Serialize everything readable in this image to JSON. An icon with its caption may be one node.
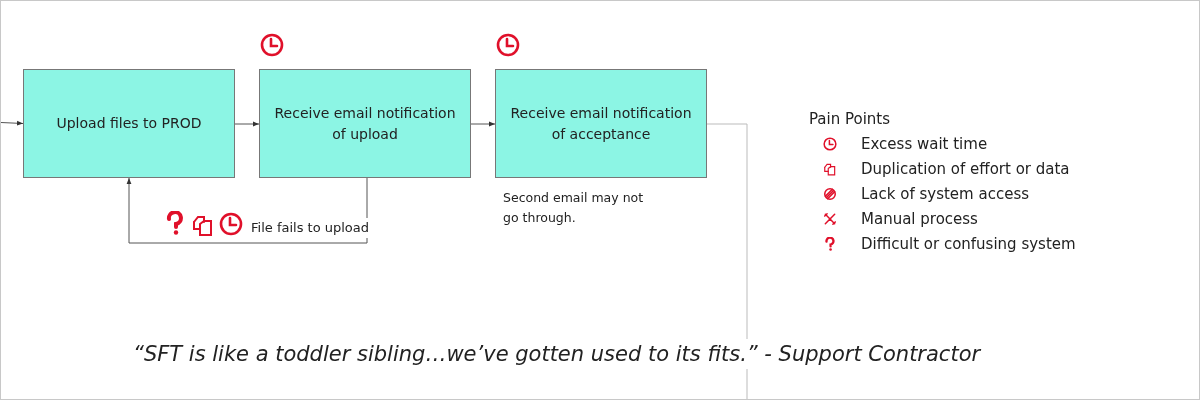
{
  "diagram": {
    "caption": "“SFT is like a toddler sibling…we’ve gotten used to its fits.” - Support Contractor",
    "nodes": [
      {
        "text": [
          "Upload files to PROD"
        ]
      },
      {
        "text": [
          "Receive email notification of upload"
        ]
      },
      {
        "text": [
          "Receive email notification of acceptance"
        ],
        "beside": [
          "Second email may not go through."
        ]
      }
    ],
    "edges": [
      {
        "from": null,
        "to": 0,
        "arrow": "to"
      },
      {
        "from": 0,
        "to": 1,
        "arrow": "to"
      },
      {
        "from": 1,
        "to": 2,
        "arrow": "to"
      },
      {
        "from": 2,
        "to": null,
        "arrow": "none",
        "color": "#bbbbbb"
      },
      {
        "from": 1,
        "to": 0,
        "arrow": "to",
        "label": "File fails to upload"
      }
    ],
    "labels": [
      "Pain Points"
    ],
    "legend": [
      {
        "text": "Excess wait time"
      },
      {
        "text": "Duplication of effort or data"
      },
      {
        "text": "Lack of system access"
      },
      {
        "text": "Manual process"
      },
      {
        "text": "Difficult or confusing system"
      }
    ]
  }
}
